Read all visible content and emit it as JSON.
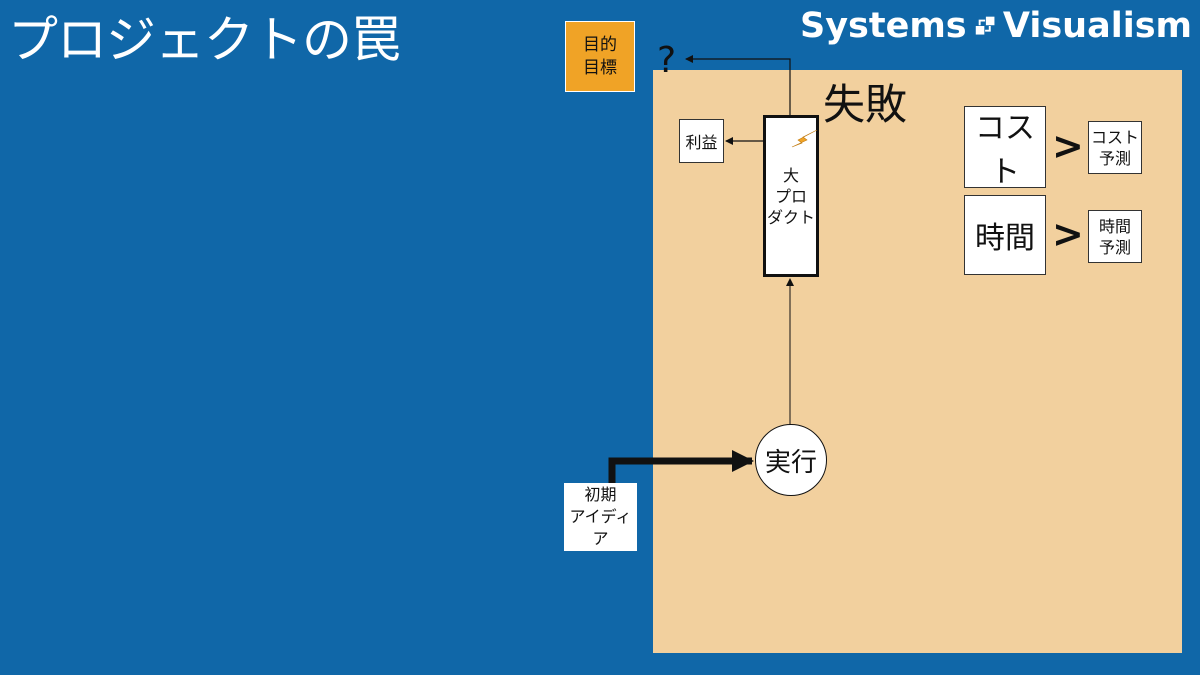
{
  "title": "プロジェクトの罠",
  "brand": {
    "left": "Systems",
    "right": "Visualism",
    "logo_icon": "systems-visualism-logo"
  },
  "diagram": {
    "goal": {
      "line1": "目的",
      "line2": "目標"
    },
    "question": "?",
    "profit": "利益",
    "product": {
      "line1": "大",
      "line2": "プロ",
      "line3": "ダクト"
    },
    "failure": "失敗",
    "execution": "実行",
    "idea": {
      "line1": "初期",
      "line2": "アイディア"
    },
    "comparisons": [
      {
        "actual": "コスト",
        "operator": ">",
        "estimate_line1": "コスト",
        "estimate_line2": "予測"
      },
      {
        "actual": "時間",
        "operator": ">",
        "estimate_line1": "時間",
        "estimate_line2": "予測"
      }
    ]
  },
  "colors": {
    "background": "#1067a8",
    "failure_zone": "#f2d09e",
    "goal_box": "#f0a326",
    "spark": "#f0a326"
  }
}
